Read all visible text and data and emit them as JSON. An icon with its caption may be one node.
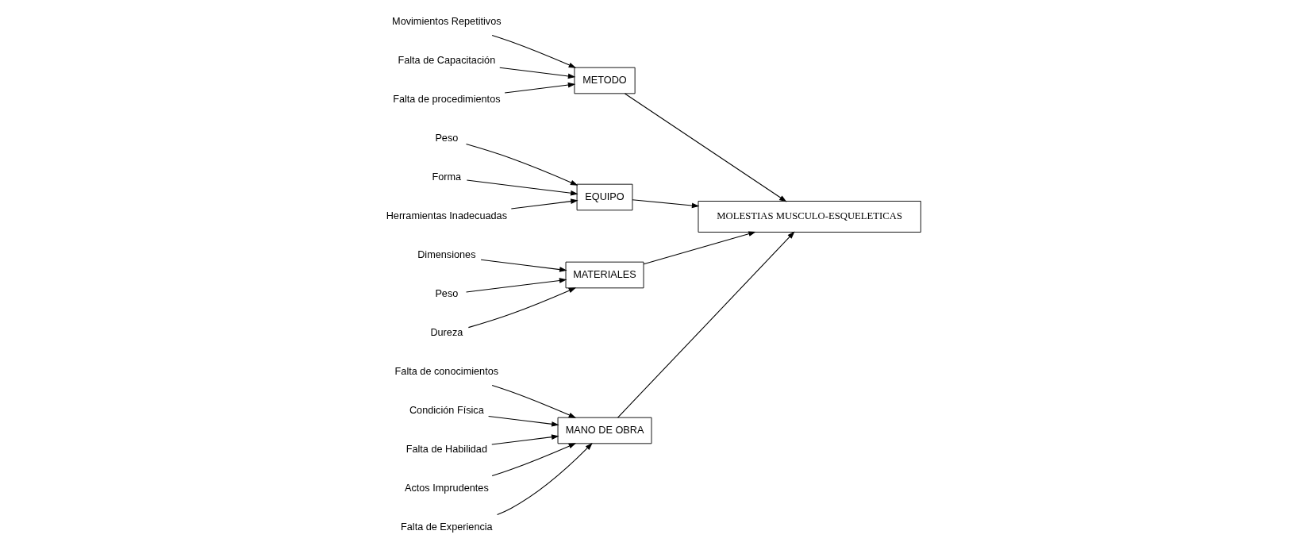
{
  "diagram": {
    "nodes": [
      {
        "text": [
          "MANO DE OBRA"
        ]
      },
      {
        "text": [
          "METODO"
        ]
      },
      {
        "text": [
          "Falta de conocimientos"
        ]
      },
      {
        "text": [
          "Condición Física"
        ]
      },
      {
        "text": [
          "Movimientos Repetitivos"
        ]
      },
      {
        "text": [
          "Falta de Capacitación"
        ]
      },
      {
        "text": [
          "Falta de Habilidad"
        ]
      },
      {
        "text": [
          "Actos Imprudentes"
        ]
      },
      {
        "text": [
          "Falta de procedimientos"
        ]
      },
      {
        "text": [
          "Falta de Experiencia"
        ]
      },
      {
        "text": [
          "MOLESTIAS MUSCULO-ESQUELETICAS"
        ]
      },
      {
        "text": [
          "Peso"
        ]
      },
      {
        "text": [
          "Dimensiones"
        ]
      },
      {
        "text": [
          "Forma"
        ]
      },
      {
        "text": [
          "Peso"
        ]
      },
      {
        "text": [
          "Herramientas Inadecuadas"
        ]
      },
      {
        "text": [
          "Dureza"
        ]
      },
      {
        "text": [
          "EQUIPO"
        ]
      },
      {
        "text": [
          "MATERIALES"
        ]
      }
    ],
    "edges": [
      {
        "from": 2,
        "to": 0,
        "arrow": "to"
      },
      {
        "from": 3,
        "to": 0,
        "arrow": "to"
      },
      {
        "from": 6,
        "to": 0,
        "arrow": "to"
      },
      {
        "from": 7,
        "to": 0,
        "arrow": "to"
      },
      {
        "from": 9,
        "to": 0,
        "arrow": "to"
      },
      {
        "from": 4,
        "to": 1,
        "arrow": "to"
      },
      {
        "from": 5,
        "to": 1,
        "arrow": "to"
      },
      {
        "from": 8,
        "to": 1,
        "arrow": "to"
      },
      {
        "from": 11,
        "to": 17,
        "arrow": "to"
      },
      {
        "from": 13,
        "to": 17,
        "arrow": "to"
      },
      {
        "from": 15,
        "to": 17,
        "arrow": "to"
      },
      {
        "from": 12,
        "to": 18,
        "arrow": "to"
      },
      {
        "from": 14,
        "to": 18,
        "arrow": "to"
      },
      {
        "from": 16,
        "to": 18,
        "arrow": "to"
      },
      {
        "from": 0,
        "to": 10,
        "arrow": "to"
      },
      {
        "from": 1,
        "to": 10,
        "arrow": "to"
      },
      {
        "from": 17,
        "to": 10,
        "arrow": "to"
      },
      {
        "from": 18,
        "to": 10,
        "arrow": "to"
      }
    ]
  }
}
